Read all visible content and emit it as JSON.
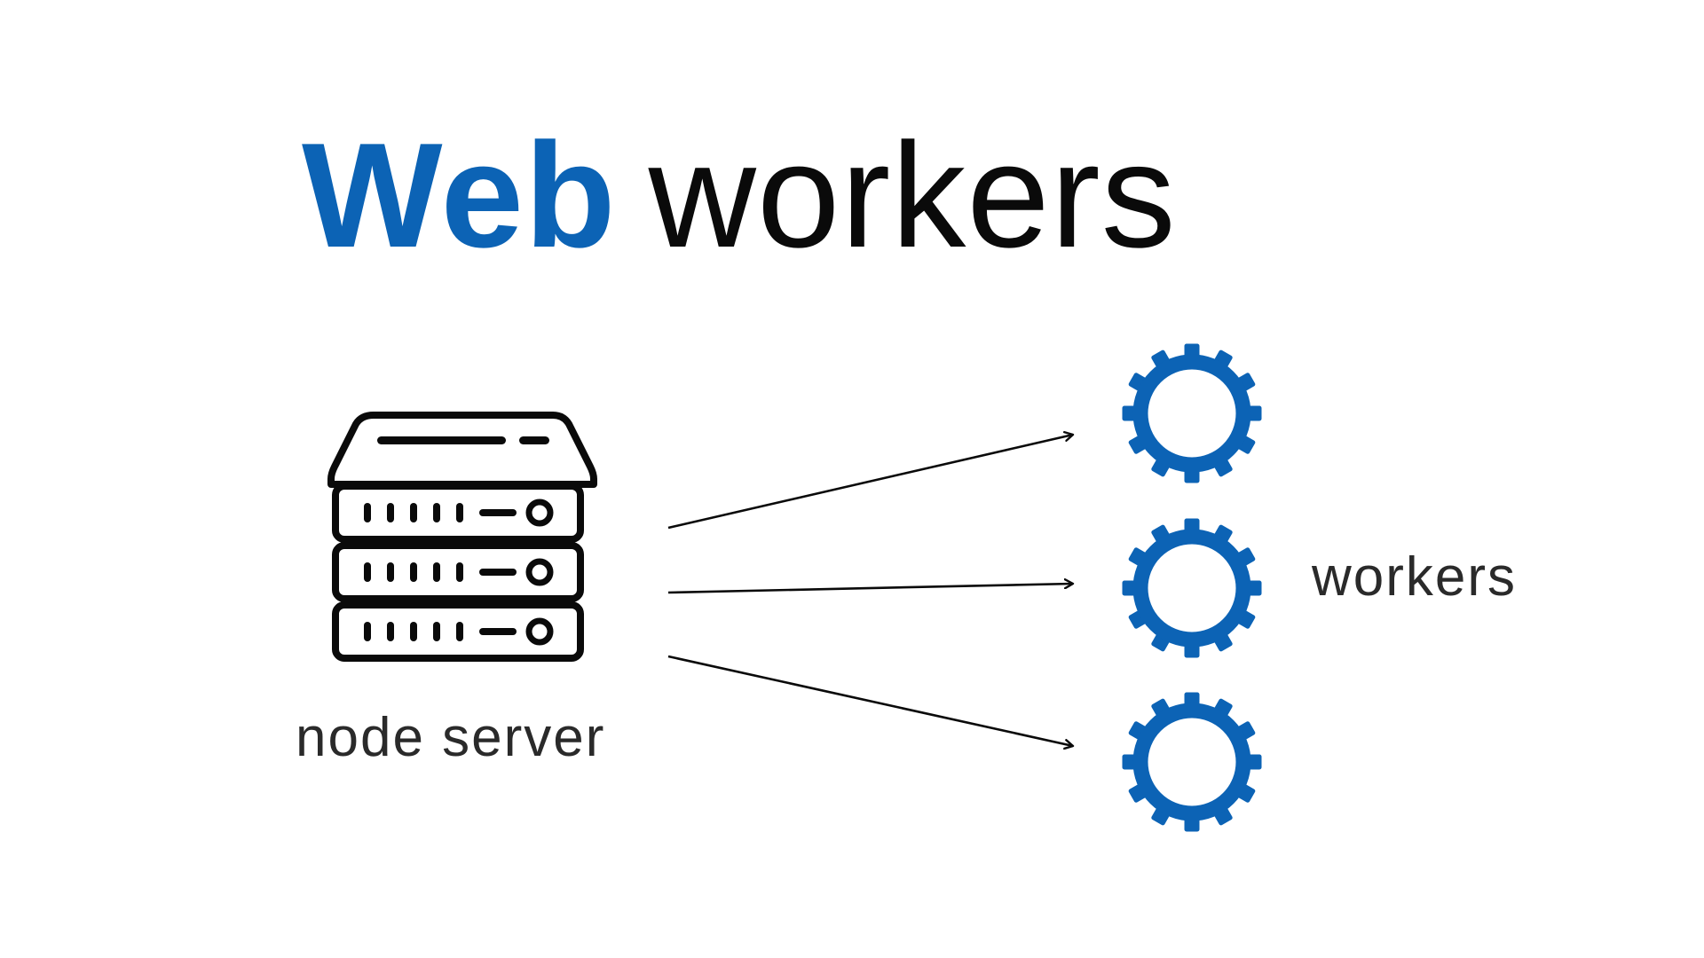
{
  "title": {
    "strong": "Web",
    "light": "workers"
  },
  "labels": {
    "server": "node server",
    "workers": "workers"
  },
  "icons": {
    "server": "server-rack-icon",
    "worker": "gear-icon"
  },
  "colors": {
    "accent": "#0c63b5",
    "ink": "#0a0a0a",
    "label": "#2a2a2a"
  }
}
